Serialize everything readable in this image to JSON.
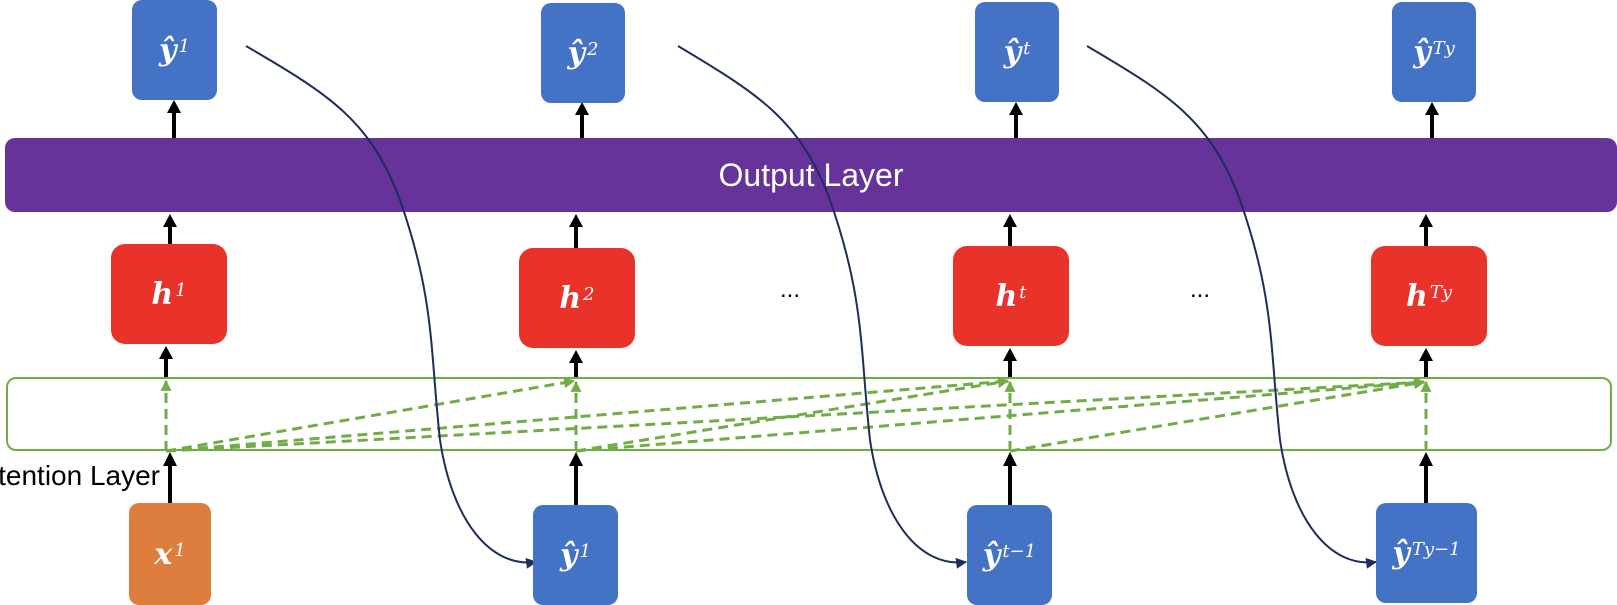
{
  "output_layer_label": "Output Layer",
  "attention_layer_label": "Attention Layer",
  "ellipsis": "...",
  "colors": {
    "output_node": "#4472c4",
    "hidden_node": "#e8322a",
    "input_node": "#dd7e3e",
    "output_layer": "#65339a",
    "attention": "#70ad47",
    "feedback_arrow": "#1f2d5c",
    "arrow": "#000000"
  },
  "top_outputs": [
    {
      "base": "ŷ",
      "sup": "1"
    },
    {
      "base": "ŷ",
      "sup": "2"
    },
    {
      "base": "ŷ",
      "sup": "t"
    },
    {
      "base": "ŷ",
      "sup": "Ty"
    }
  ],
  "hidden_states": [
    {
      "base": "h",
      "sup": "1"
    },
    {
      "base": "h",
      "sup": "2"
    },
    {
      "base": "h",
      "sup": "t"
    },
    {
      "base": "h",
      "sup": "Ty"
    }
  ],
  "inputs": [
    {
      "base": "x",
      "sup": "1"
    },
    {
      "base": "ŷ",
      "sup": "1"
    },
    {
      "base": "ŷ",
      "sup": "t−1"
    },
    {
      "base": "ŷ",
      "sup": "Ty−1"
    }
  ]
}
